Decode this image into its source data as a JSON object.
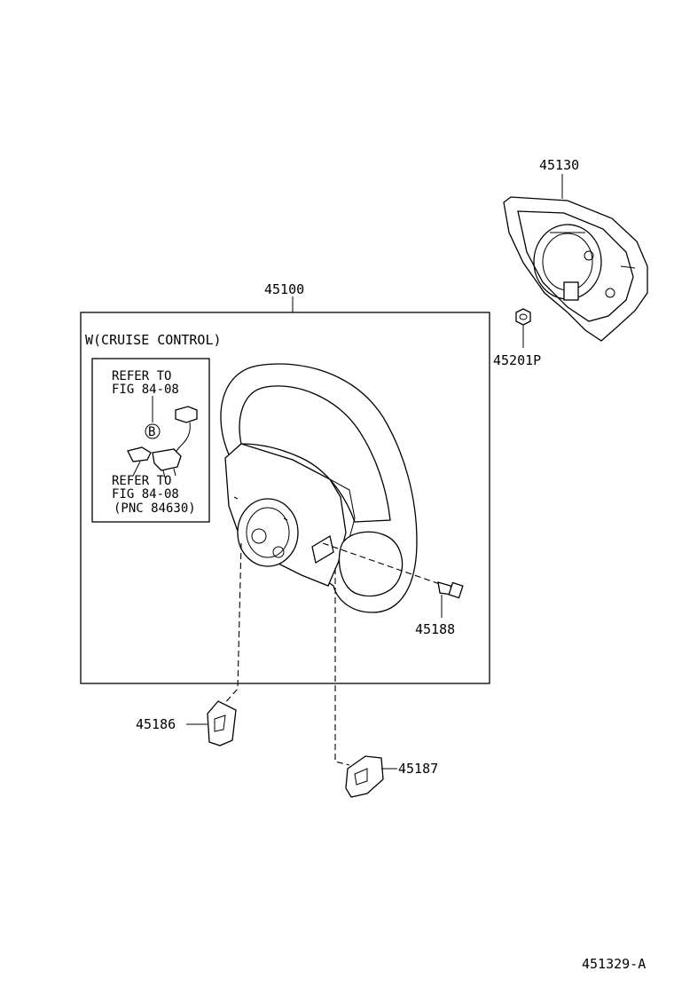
{
  "parts": {
    "airbag": "45130",
    "nut": "45201P",
    "wheel": "45100",
    "bolt": "45188",
    "cover_left": "45186",
    "cover_right": "45187"
  },
  "inset": {
    "variant": "W(CRUISE CONTROL)",
    "ref1_line1": "REFER TO",
    "ref1_line2": "FIG 84-08",
    "callout": "B",
    "ref2_line1": "REFER TO",
    "ref2_line2": "FIG 84-08",
    "ref2_line3": "(PNC 84630)"
  },
  "figure_id": "451329-A"
}
